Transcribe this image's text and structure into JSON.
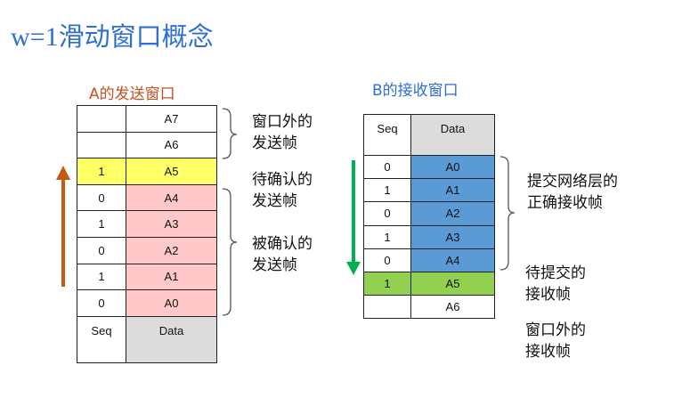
{
  "title_prefix": "w=1",
  "title_rest": "滑动窗口概念",
  "sender": {
    "caption": "A的发送窗口",
    "header": {
      "seq": "Seq",
      "data": "Data"
    },
    "rows": [
      {
        "seq": "",
        "data": "A7",
        "state": "outside"
      },
      {
        "seq": "",
        "data": "A6",
        "state": "outside"
      },
      {
        "seq": "1",
        "data": "A5",
        "state": "waiting"
      },
      {
        "seq": "0",
        "data": "A4",
        "state": "acked"
      },
      {
        "seq": "1",
        "data": "A3",
        "state": "acked"
      },
      {
        "seq": "0",
        "data": "A2",
        "state": "acked"
      },
      {
        "seq": "1",
        "data": "A1",
        "state": "acked"
      },
      {
        "seq": "0",
        "data": "A0",
        "state": "acked"
      }
    ],
    "labels": {
      "outside": [
        "窗口外的",
        "发送帧"
      ],
      "waiting": [
        "待确认的",
        "发送帧"
      ],
      "acked": [
        "被确认的",
        "发送帧"
      ]
    }
  },
  "receiver": {
    "caption": "B的接收窗口",
    "header": {
      "seq": "Seq",
      "data": "Data"
    },
    "rows": [
      {
        "seq": "0",
        "data": "A0",
        "state": "delivered"
      },
      {
        "seq": "1",
        "data": "A1",
        "state": "delivered"
      },
      {
        "seq": "0",
        "data": "A2",
        "state": "delivered"
      },
      {
        "seq": "1",
        "data": "A3",
        "state": "delivered"
      },
      {
        "seq": "0",
        "data": "A4",
        "state": "delivered"
      },
      {
        "seq": "1",
        "data": "A5",
        "state": "pending"
      },
      {
        "seq": "",
        "data": "A6",
        "state": "outside"
      }
    ],
    "labels": {
      "delivered": [
        "提交网络层的",
        "正确接收帧"
      ],
      "pending": [
        "待提交的",
        "接收帧"
      ],
      "outside": [
        "窗口外的",
        "接收帧"
      ]
    }
  },
  "colors": {
    "title": "#2f6fd1",
    "sender_caption": "#c7511f",
    "receiver_caption": "#2f6fd1",
    "waiting": "#ffff66",
    "acked": "#ffc9c9",
    "delivered": "#5b9bd5",
    "pending": "#92d050",
    "header": "#dcdcdc",
    "up_arrow": "#c55a11",
    "down_arrow": "#00b050"
  }
}
